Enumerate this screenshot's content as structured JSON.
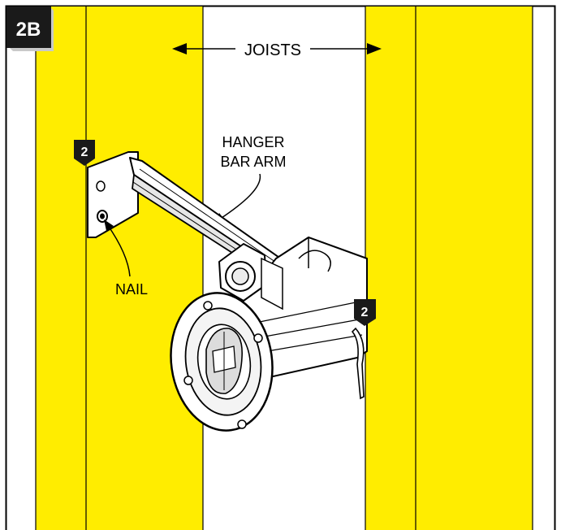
{
  "figure": {
    "step_badge": "2B",
    "labels": {
      "joists": "JOISTS",
      "hanger_bar_arm_line1": "HANGER",
      "hanger_bar_arm_line2": "BAR ARM",
      "nail": "NAIL"
    },
    "step_markers": [
      "2",
      "2"
    ]
  },
  "colors": {
    "joist_yellow": "#FFED00",
    "outline": "#000000",
    "badge_fill": "#1a1a1a",
    "background": "#ffffff"
  }
}
